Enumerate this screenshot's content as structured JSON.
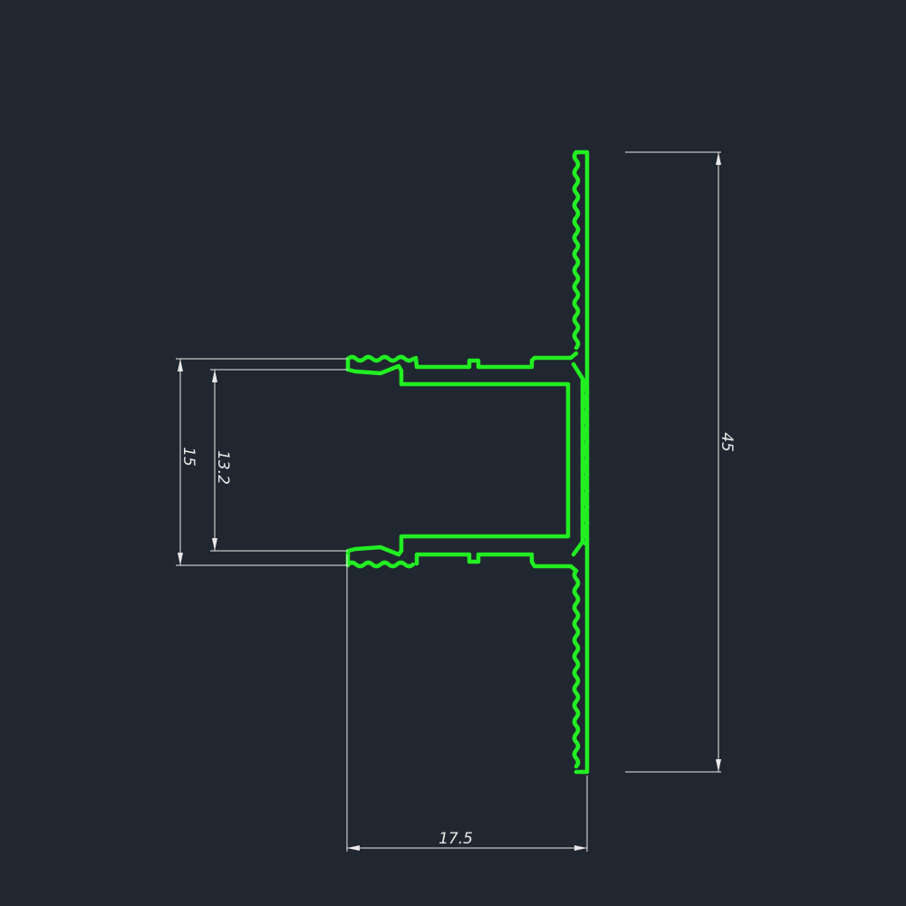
{
  "colors": {
    "background": "#212730",
    "profile": "#22ee22",
    "dimension": "#e8e8e8"
  },
  "dimensions": {
    "height_total": "45",
    "slot_outer": "15",
    "slot_inner": "13.2",
    "depth": "17.5"
  }
}
